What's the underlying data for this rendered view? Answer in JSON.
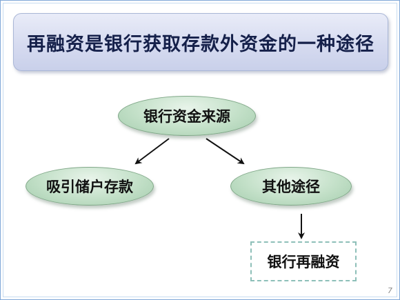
{
  "title": "再融资是银行获取存款外资金的一种途径",
  "nodes": {
    "source": "银行资金来源",
    "deposit": "吸引储户存款",
    "other": "其他途径",
    "refinancing": "银行再融资"
  },
  "page_number": "7",
  "colors": {
    "title_bg": "#d6dbf0",
    "title_text": "#15204a",
    "oval_fill": "#c3e0c8",
    "dashed_border": "#8dbfb8",
    "arrow": "#111111"
  }
}
